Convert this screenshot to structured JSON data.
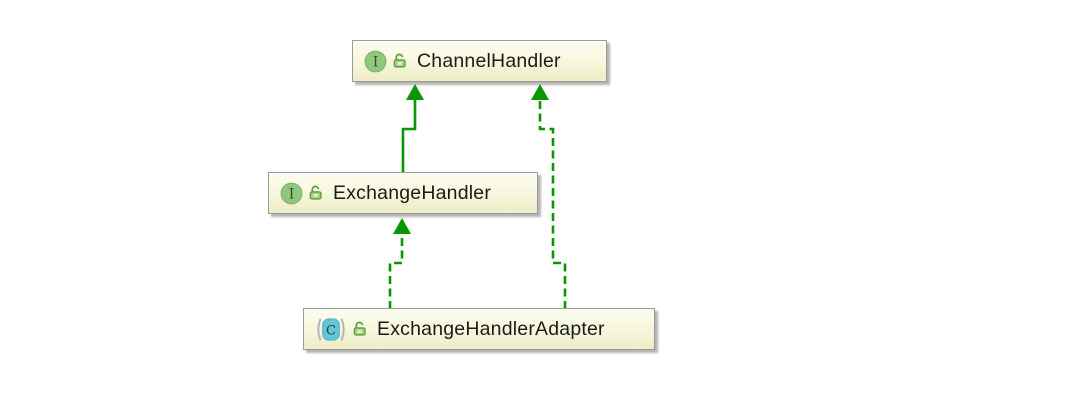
{
  "diagram": {
    "kind": "uml-class-diagram",
    "colors": {
      "edge_green": "#0a9600",
      "node_fill_top": "#fdfdf0",
      "node_fill_bottom": "#ededc6",
      "node_border": "#9a9a9a",
      "interface_icon_fill": "#8fc87d",
      "interface_icon_border": "#78b267",
      "class_icon_fill": "#62c6d8",
      "class_icon_border": "#52b4c7",
      "icon_letter_color": "#3a4535",
      "paren_gray": "#b5b5b5",
      "lock_outline": "#5d9c40",
      "lock_fill": "#aad580",
      "label_color": "#1b1b1b"
    },
    "nodes": [
      {
        "label": "ChannelHandler",
        "kind": "interface",
        "icon_letter": "I",
        "visibility": "public"
      },
      {
        "label": "ExchangeHandler",
        "kind": "interface",
        "icon_letter": "I",
        "visibility": "public"
      },
      {
        "label": "ExchangeHandlerAdapter",
        "kind": "class",
        "icon_letter": "C",
        "visibility": "public"
      }
    ],
    "edges": [
      {
        "from": "ExchangeHandler",
        "to": "ChannelHandler",
        "relation": "extends",
        "line": "solid-green-arrow"
      },
      {
        "from": "ExchangeHandlerAdapter",
        "to": "ExchangeHandler",
        "relation": "implements",
        "line": "dashed-green-arrow"
      },
      {
        "from": "ExchangeHandlerAdapter",
        "to": "ChannelHandler",
        "relation": "implements",
        "line": "dashed-green-arrow"
      }
    ]
  }
}
